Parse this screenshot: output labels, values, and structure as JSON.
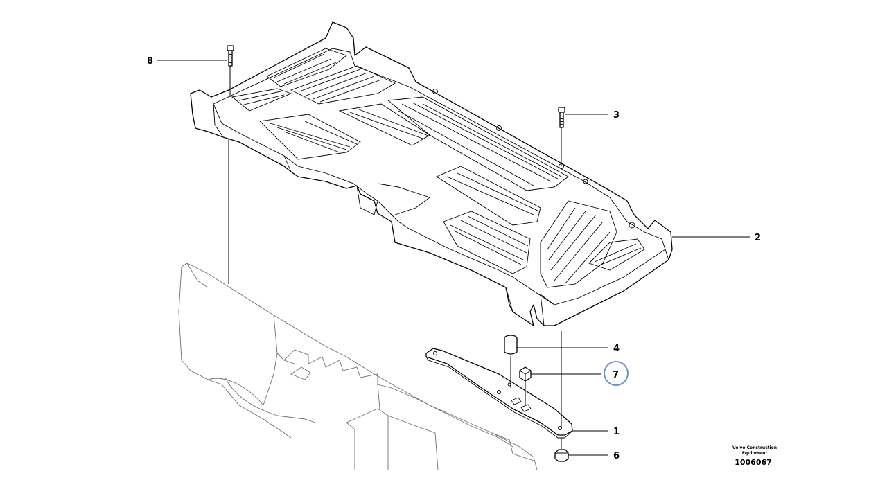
{
  "callouts": [
    {
      "id": "callout-1",
      "label": "1"
    },
    {
      "id": "callout-2",
      "label": "2"
    },
    {
      "id": "callout-3",
      "label": "3"
    },
    {
      "id": "callout-4",
      "label": "4"
    },
    {
      "id": "callout-6",
      "label": "6"
    },
    {
      "id": "callout-7",
      "label": "7",
      "highlighted": true
    },
    {
      "id": "callout-8",
      "label": "8"
    }
  ],
  "brand": {
    "line1": "Volvo Construction",
    "line2": "Equipment"
  },
  "drawing_number": "1006067",
  "colors": {
    "line": "#000000",
    "highlight_ring": "#6b93c9",
    "background": "#ffffff"
  }
}
